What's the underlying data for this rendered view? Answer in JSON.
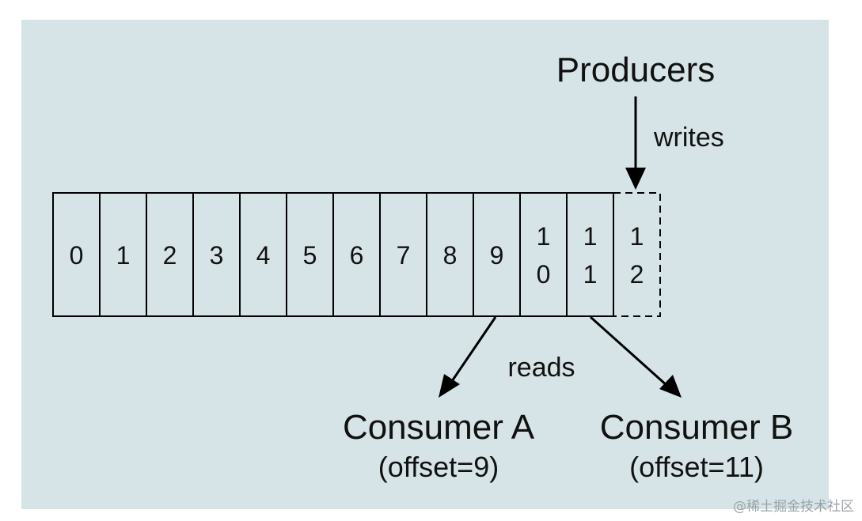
{
  "log": {
    "cells": [
      {
        "lines": [
          "0"
        ],
        "dashed": false
      },
      {
        "lines": [
          "1"
        ],
        "dashed": false
      },
      {
        "lines": [
          "2"
        ],
        "dashed": false
      },
      {
        "lines": [
          "3"
        ],
        "dashed": false
      },
      {
        "lines": [
          "4"
        ],
        "dashed": false
      },
      {
        "lines": [
          "5"
        ],
        "dashed": false
      },
      {
        "lines": [
          "6"
        ],
        "dashed": false
      },
      {
        "lines": [
          "7"
        ],
        "dashed": false
      },
      {
        "lines": [
          "8"
        ],
        "dashed": false
      },
      {
        "lines": [
          "9"
        ],
        "dashed": false
      },
      {
        "lines": [
          "1",
          "0"
        ],
        "dashed": false
      },
      {
        "lines": [
          "1",
          "1"
        ],
        "dashed": false
      },
      {
        "lines": [
          "1",
          "2"
        ],
        "dashed": true
      }
    ]
  },
  "producers": {
    "label": "Producers",
    "edge_label": "writes"
  },
  "reads_label": "reads",
  "consumers": [
    {
      "name": "Consumer A",
      "offset_text": "(offset=9)",
      "reads_cell": 9
    },
    {
      "name": "Consumer B",
      "offset_text": "(offset=11)",
      "reads_cell": 11
    }
  ],
  "watermark": "@稀土掘金技术社区",
  "colors": {
    "panel": "#d6e4e8",
    "ink": "#111111",
    "watermark": "#9aa3a8"
  }
}
